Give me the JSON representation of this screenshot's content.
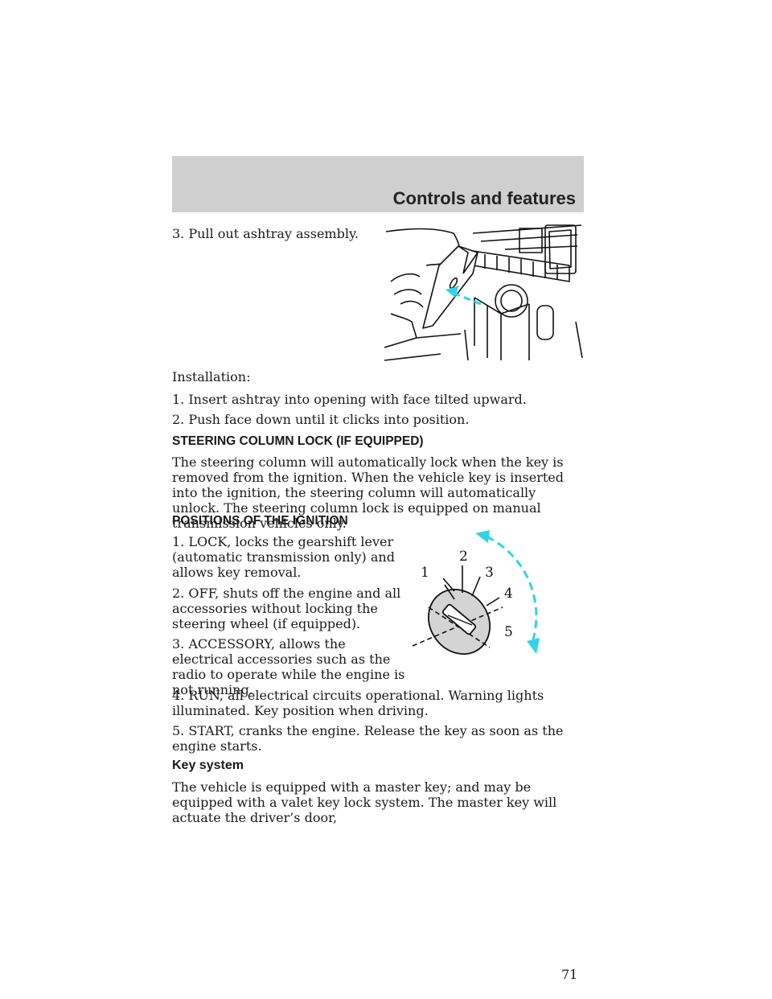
{
  "header": {
    "section_title": "Controls and features"
  },
  "content": {
    "step3": "3. Pull out ashtray assembly.",
    "installation_label": "Installation:",
    "install_step1": "1. Insert ashtray into opening with face tilted upward.",
    "install_step2": "2. Push face down until it clicks into position.",
    "heading_steering": "STEERING COLUMN LOCK (IF EQUIPPED)",
    "steering_para": "The steering column will automatically lock when the key is removed from the ignition. When the vehicle key is inserted into the ignition, the steering column will automatically unlock. The steering column lock is equipped on manual transmission vehicles only.",
    "heading_ignition": "POSITIONS OF THE IGNITION",
    "ign1": "1. LOCK, locks the gearshift lever (automatic transmission only) and allows key removal.",
    "ign2": "2. OFF, shuts off the engine and all accessories without locking the steering wheel (if equipped).",
    "ign3": "3. ACCESSORY, allows the electrical accessories such as the radio to operate while the engine is not running.",
    "ign4": "4. RUN, all electrical circuits operational. Warning lights illuminated. Key position when driving.",
    "ign5": "5. START, cranks the engine. Release the key as soon as the engine starts.",
    "heading_key": "Key system",
    "key_para": "The vehicle is equipped with a master key; and may be equipped with a valet key lock system. The master key will actuate the driver’s door,"
  },
  "ignition_figure": {
    "labels": [
      "1",
      "2",
      "3",
      "4",
      "5"
    ]
  },
  "colors": {
    "header_band": "#cfcfcf",
    "accent_arrow": "#2fd4e6"
  },
  "page_number": "71"
}
